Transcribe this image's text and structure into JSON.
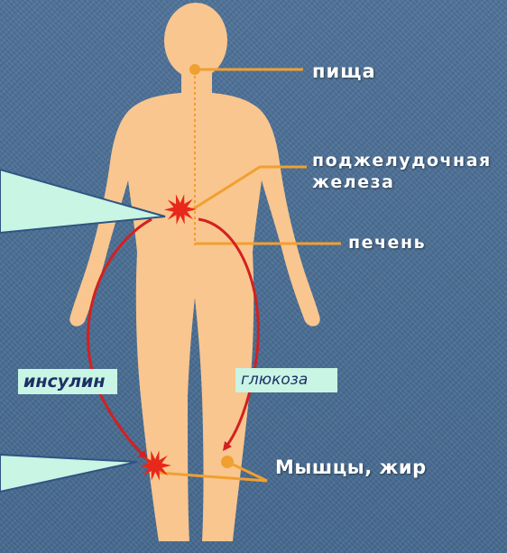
{
  "labels": {
    "food": "пища",
    "pancreas_line1": "поджелудочная",
    "pancreas_line2": "железа",
    "liver": "печень",
    "muscle_fat": "Мышцы, жир",
    "insulin": "инсулин",
    "glucose": "глюкоза"
  },
  "colors": {
    "background": "#4a6f96",
    "body": "#f9c68f",
    "connector": "#f0a030",
    "cycle_arrow": "#d32020",
    "burst": "#e8281a",
    "callout": "#c8f5e4"
  },
  "icons": [
    "burst-icon",
    "callout-wedge"
  ]
}
